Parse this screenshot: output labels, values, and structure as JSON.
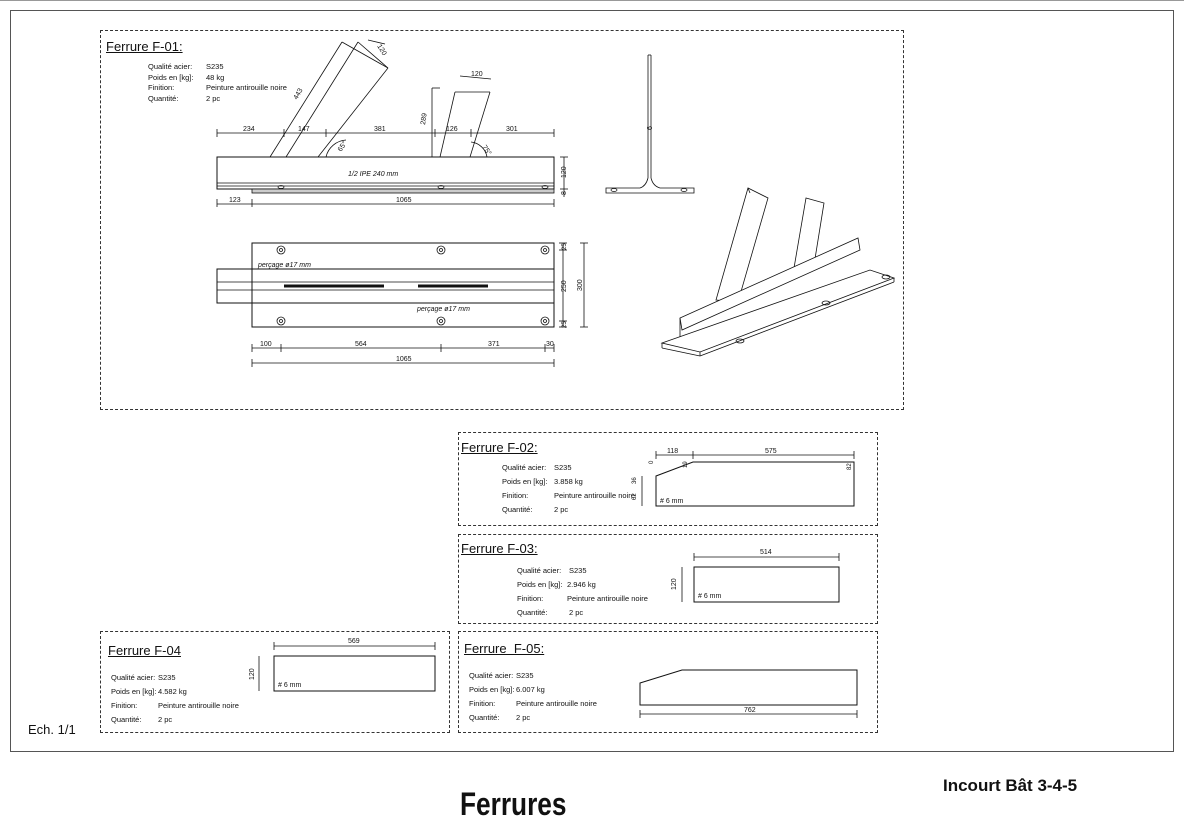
{
  "drawing": {
    "title": "Ferrures",
    "project": "Incourt Bât 3-4-5",
    "scale": "Ech. 1/1"
  },
  "spec_labels": {
    "steel": "Qualité acier:",
    "weight": "Poids en [kg]:",
    "finish": "Finition:",
    "quantity": "Quantité:"
  },
  "parts": [
    {
      "name": "Ferrure F-01:",
      "steel": "S235",
      "weight": "48 kg",
      "finish": "Peinture antirouille noire",
      "quantity": "2 pc"
    },
    {
      "name": "Ferrure F-02:",
      "steel": "S235",
      "weight": "3.858 kg",
      "finish": "Peinture antirouille noire",
      "quantity": "2 pc"
    },
    {
      "name": "Ferrure F-03:",
      "steel": "S235",
      "weight": "2.946 kg",
      "finish": "Peinture antirouille noire",
      "quantity": "2 pc"
    },
    {
      "name": "Ferrure F-04",
      "steel": "S235",
      "weight": "4.582 kg",
      "finish": "Peinture antirouille noire",
      "quantity": "2 pc"
    },
    {
      "name": "Ferrure  F-05:",
      "steel": "S235",
      "weight": "6.007 kg",
      "finish": "Peinture antirouille noire",
      "quantity": "2 pc"
    }
  ],
  "f01": {
    "profile_label": "1/2 IPE 240 mm",
    "drilling_label": "perçage ø17 mm",
    "angle_1": "65°",
    "angle_2": "75°",
    "top_dims": [
      "234",
      "147",
      "381",
      "126",
      "301"
    ],
    "bottom_dims": [
      "123",
      "1065"
    ],
    "brace_1": {
      "length": "443",
      "width": "120"
    },
    "brace_2": {
      "length": "289",
      "width": "120"
    },
    "side_dims": [
      "120",
      "8"
    ],
    "plan_dims": [
      "100",
      "564",
      "371",
      "30",
      "1065"
    ],
    "plan_side_dims": [
      "25",
      "250",
      "25",
      "300"
    ],
    "section_dim": "6"
  },
  "f02": {
    "dims": [
      "0",
      "118",
      "575",
      "19",
      "36",
      "62",
      "82"
    ],
    "plate": "# 6 mm"
  },
  "f03": {
    "dims": [
      "514",
      "120"
    ],
    "plate": "# 6 mm"
  },
  "f04": {
    "dims": [
      "569",
      "120"
    ],
    "plate": "# 6 mm"
  },
  "f05": {
    "dims": [
      "762"
    ]
  }
}
